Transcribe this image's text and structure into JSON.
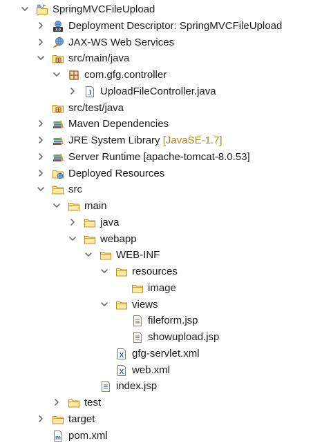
{
  "tree": {
    "nodes": [
      {
        "label": "SpringMVCFileUpload",
        "decoration": "",
        "icon": "web-project-icon",
        "expanded": "yes",
        "depth": 0
      },
      {
        "label": "Deployment Descriptor: SpringMVCFileUpload",
        "decoration": "",
        "icon": "deployment-descriptor-icon",
        "expanded": "no",
        "depth": 1
      },
      {
        "label": "JAX-WS Web Services",
        "decoration": "",
        "icon": "web-services-icon",
        "expanded": "no",
        "depth": 1
      },
      {
        "label": "src/main/java",
        "decoration": "",
        "icon": "source-folder-icon",
        "expanded": "yes",
        "depth": 1
      },
      {
        "label": "com.gfg.controller",
        "decoration": "",
        "icon": "package-icon",
        "expanded": "yes",
        "depth": 2
      },
      {
        "label": "UploadFileController.java",
        "decoration": "",
        "icon": "java-file-icon",
        "expanded": "no",
        "depth": 3
      },
      {
        "label": "src/test/java",
        "decoration": "",
        "icon": "source-folder-icon",
        "expanded": "none",
        "depth": 1
      },
      {
        "label": "Maven Dependencies",
        "decoration": "",
        "icon": "library-icon",
        "expanded": "no",
        "depth": 1
      },
      {
        "label": "JRE System Library",
        "decoration": "[JavaSE-1.7]",
        "icon": "library-icon",
        "expanded": "no",
        "depth": 1
      },
      {
        "label": "Server Runtime [apache-tomcat-8.0.53]",
        "decoration": "",
        "icon": "library-icon",
        "expanded": "no",
        "depth": 1
      },
      {
        "label": "Deployed Resources",
        "decoration": "",
        "icon": "deployed-resources-icon",
        "expanded": "no",
        "depth": 1
      },
      {
        "label": "src",
        "decoration": "",
        "icon": "folder-icon",
        "expanded": "yes",
        "depth": 1
      },
      {
        "label": "main",
        "decoration": "",
        "icon": "folder-icon",
        "expanded": "yes",
        "depth": 2
      },
      {
        "label": "java",
        "decoration": "",
        "icon": "folder-icon",
        "expanded": "no",
        "depth": 3
      },
      {
        "label": "webapp",
        "decoration": "",
        "icon": "folder-icon",
        "expanded": "yes",
        "depth": 3
      },
      {
        "label": "WEB-INF",
        "decoration": "",
        "icon": "folder-icon",
        "expanded": "yes",
        "depth": 4
      },
      {
        "label": "resources",
        "decoration": "",
        "icon": "folder-icon",
        "expanded": "yes",
        "depth": 5
      },
      {
        "label": "image",
        "decoration": "",
        "icon": "folder-icon",
        "expanded": "none",
        "depth": 6
      },
      {
        "label": "views",
        "decoration": "",
        "icon": "folder-icon",
        "expanded": "yes",
        "depth": 5
      },
      {
        "label": "fileform.jsp",
        "decoration": "",
        "icon": "jsp-file-icon",
        "expanded": "none",
        "depth": 6
      },
      {
        "label": "showupload.jsp",
        "decoration": "",
        "icon": "jsp-file-icon",
        "expanded": "none",
        "depth": 6
      },
      {
        "label": "gfg-servlet.xml",
        "decoration": "",
        "icon": "xml-file-icon",
        "expanded": "none",
        "depth": 5
      },
      {
        "label": "web.xml",
        "decoration": "",
        "icon": "xml-file-icon",
        "expanded": "none",
        "depth": 5
      },
      {
        "label": "index.jsp",
        "decoration": "",
        "icon": "jsp-file-icon",
        "expanded": "none",
        "depth": 4
      },
      {
        "label": "test",
        "decoration": "",
        "icon": "folder-icon",
        "expanded": "no",
        "depth": 2
      },
      {
        "label": "target",
        "decoration": "",
        "icon": "folder-icon",
        "expanded": "no",
        "depth": 1
      },
      {
        "label": "pom.xml",
        "decoration": "",
        "icon": "maven-pom-icon",
        "expanded": "none",
        "depth": 1
      }
    ]
  },
  "colors": {
    "text": "#1a1a1a",
    "decoration": "#b8860b",
    "chevron": "#6e6e6e",
    "folder_fill": "#fde9a6",
    "folder_stroke": "#c98a12",
    "package_brown": "#a0602a",
    "java_blue": "#2f5fa8",
    "library_stack": "#8a5a2b",
    "xml_blue": "#3a5fb0"
  }
}
